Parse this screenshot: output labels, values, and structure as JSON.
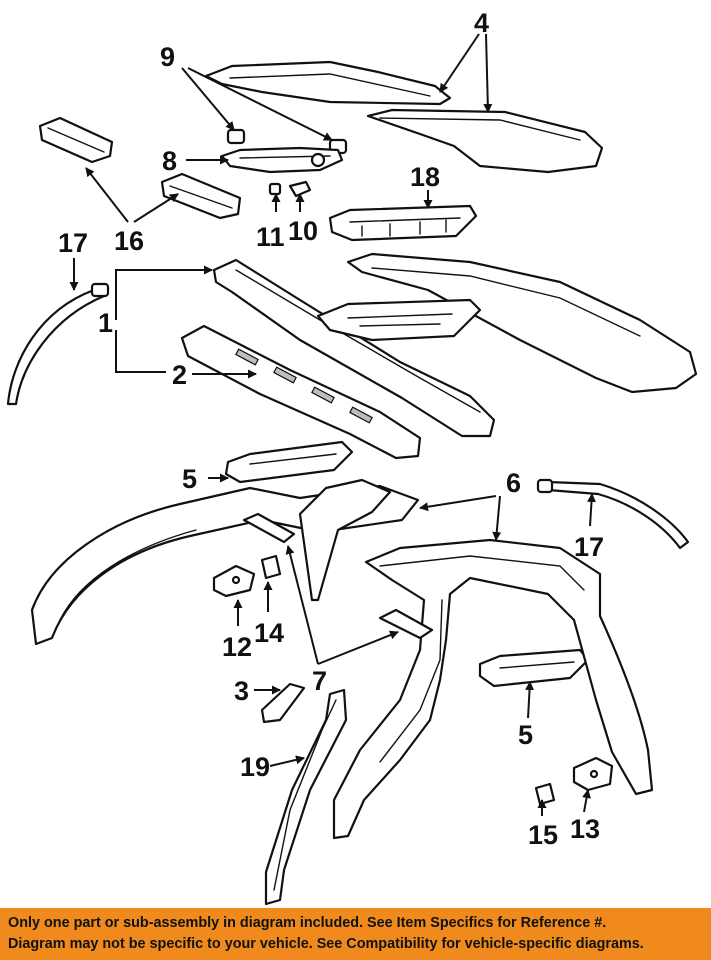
{
  "diagram": {
    "callouts": {
      "c1": "1",
      "c2": "2",
      "c3": "3",
      "c4": "4",
      "c5a": "5",
      "c5b": "5",
      "c6": "6",
      "c7": "7",
      "c8": "8",
      "c9": "9",
      "c10": "10",
      "c11": "11",
      "c12": "12",
      "c13": "13",
      "c14": "14",
      "c15": "15",
      "c16": "16",
      "c17a": "17",
      "c17b": "17",
      "c18": "18",
      "c19": "19"
    }
  },
  "footer": {
    "line1": "Only one part or sub-assembly in diagram included. See Item Specifics for Reference #.",
    "line2": "Diagram may not be specific to your vehicle. See Compatibility for vehicle-specific diagrams."
  },
  "colors": {
    "footer_bg": "#f08a1c",
    "ink": "#111111"
  }
}
